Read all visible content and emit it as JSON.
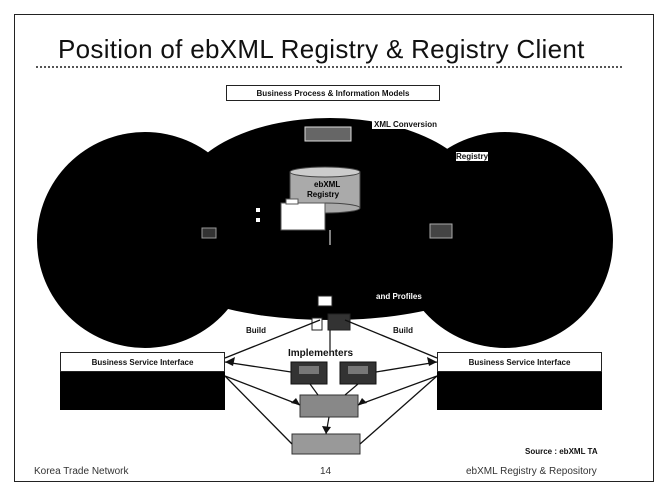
{
  "title": "Position of ebXML Registry & Registry Client",
  "diagram": {
    "models_box": "Business Process & Information Models",
    "xml_conversion": "XML Conversion",
    "registry_label": "Registry",
    "ebxml_db_line1": "ebXML",
    "ebxml_db_line2": "Registry",
    "profiles_label": "and Profiles",
    "build_left": "Build",
    "build_right": "Build",
    "implementers": "Implementers",
    "bsi_left": "Business Service Interface",
    "bsi_right": "Business Service Interface",
    "source": "Source : ebXML TA"
  },
  "footer": {
    "left": "Korea Trade Network",
    "page": "14",
    "right": "ebXML Registry & Repository"
  }
}
